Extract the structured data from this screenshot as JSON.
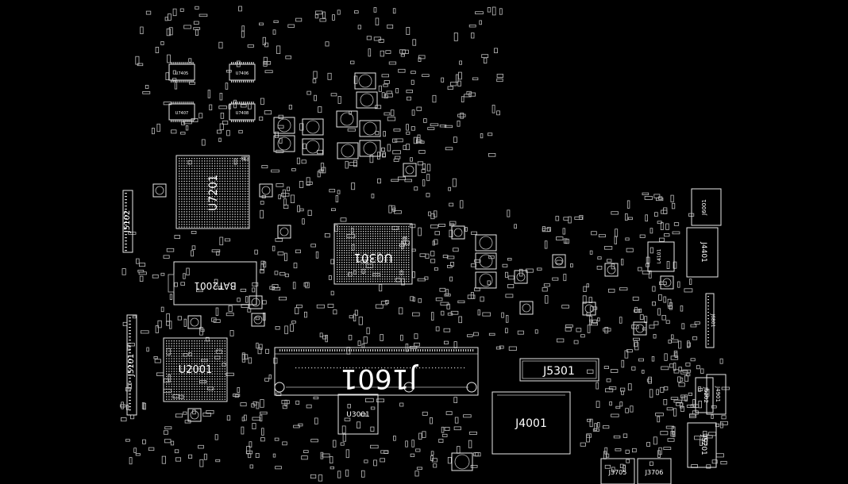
{
  "board": {
    "background": "#000000",
    "outline_color": "#e8e8e8",
    "components": {
      "u7201": "U7201",
      "u0301": "U0301",
      "bat2001": "BAT2001",
      "j1601": "J1601",
      "u2001": "U2001",
      "j5101": "J5101",
      "j5102": "J5102",
      "u3001": "U3001",
      "j5301": "J5301",
      "j4001": "J4001",
      "j3705": "J3705",
      "j3706": "J3706",
      "j5201": "J5201",
      "j5202": "J5202",
      "j4901": "J4901",
      "j4401": "J4401",
      "j6001": "J6001",
      "l4101": "L4101",
      "j6801": "J6801",
      "u7405": "U7405",
      "u7406": "U7406",
      "u7407": "U7407",
      "u7408": "U7408"
    }
  }
}
